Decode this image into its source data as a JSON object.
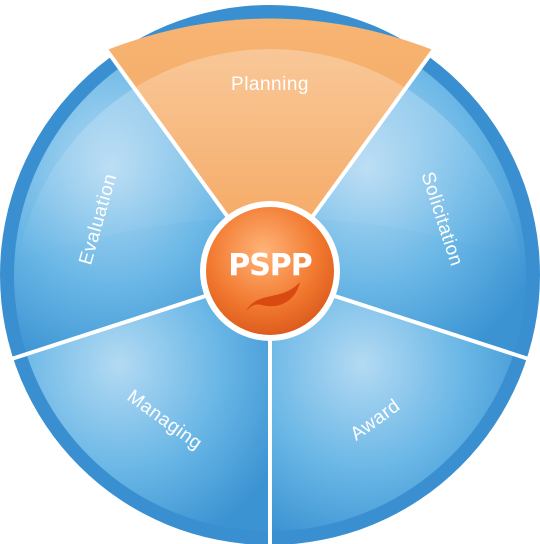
{
  "diagram": {
    "center": {
      "label": "PSPP"
    },
    "segments": [
      {
        "key": "planning",
        "label": "Planning",
        "color": "#f2a65e",
        "highlighted": true
      },
      {
        "key": "solicitation",
        "label": "Solicitation",
        "color": "#4aa3dc",
        "highlighted": false
      },
      {
        "key": "award",
        "label": "Award",
        "color": "#4aa3dc",
        "highlighted": false
      },
      {
        "key": "managing",
        "label": "Managing",
        "color": "#4aa3dc",
        "highlighted": false
      },
      {
        "key": "evaluation",
        "label": "Evaluation",
        "color": "#4aa3dc",
        "highlighted": false
      }
    ],
    "colors": {
      "blue_light": "#a9d4f1",
      "blue_mid": "#5eb0e3",
      "blue_dark": "#2f86c8",
      "orange_light": "#f8c08a",
      "orange_dark": "#ee9a4e",
      "hub_light": "#ffb070",
      "hub_dark": "#e2621c",
      "divider": "#ffffff"
    }
  }
}
